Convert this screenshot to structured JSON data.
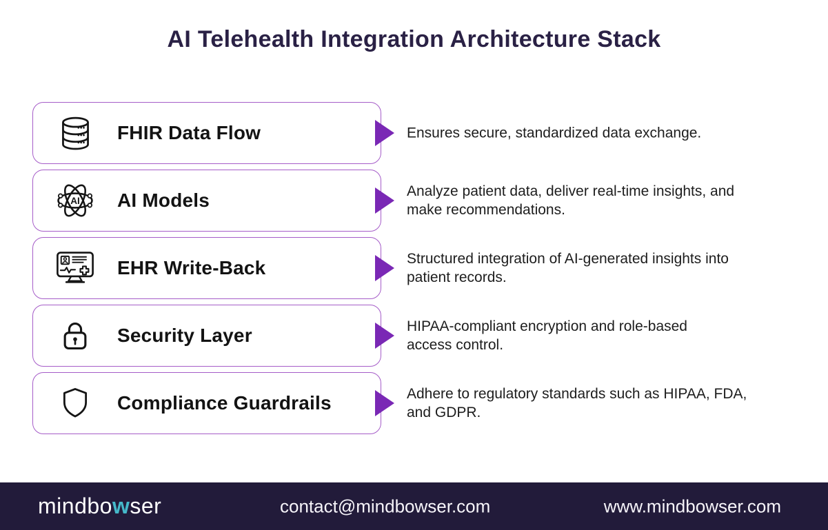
{
  "title": "AI Telehealth Integration Architecture Stack",
  "colors": {
    "heading_text": "#2a2145",
    "box_border": "#a55cc8",
    "arrow": "#7a28b5",
    "body_text": "#1d1d1d",
    "footer_background": "#221b3a",
    "footer_text": "#f6f4f9",
    "logo_accent": "#45b8c9"
  },
  "layers": [
    {
      "name": "FHIR Data Flow",
      "icon": "database-icon",
      "description": "Ensures secure, standardized data exchange."
    },
    {
      "name": "AI Models",
      "icon": "ai-atom-icon",
      "description": "Analyze patient data, deliver real-time insights, and\nmake recommendations."
    },
    {
      "name": "EHR Write-Back",
      "icon": "ehr-monitor-icon",
      "description": "Structured integration of AI-generated insights into\npatient records."
    },
    {
      "name": "Security Layer",
      "icon": "lock-icon",
      "description": "HIPAA-compliant encryption and role-based\naccess control."
    },
    {
      "name": "Compliance Guardrails",
      "icon": "shield-icon",
      "description": "Adhere to regulatory standards such as HIPAA, FDA,\nand GDPR."
    }
  ],
  "footer": {
    "logo_prefix": "mindbo",
    "logo_accent": "w",
    "logo_suffix": "ser",
    "email": "contact@mindbowser.com",
    "website": "www.mindbowser.com"
  }
}
